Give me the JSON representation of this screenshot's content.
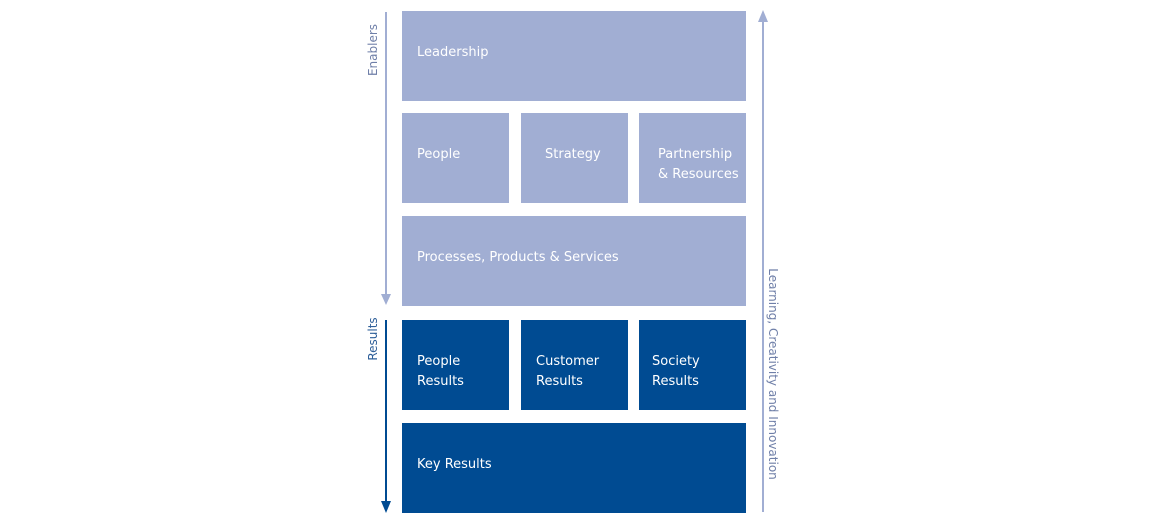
{
  "colors": {
    "enabler_fill": "#a1aed3",
    "result_fill": "#004b92",
    "enabler_arrow": "#a1aed3",
    "result_arrow": "#004b92"
  },
  "labels": {
    "enablers": "Enablers",
    "results": "Results",
    "learning": "Learning, Creativity and Innovation"
  },
  "enablers": {
    "leadership": "Leadership",
    "people": "People",
    "strategy": "Strategy",
    "partnership": "Partnership\n& Resources",
    "processes": "Processes, Products & Services"
  },
  "results": {
    "people_results": "People\nResults",
    "customer_results": "Customer\nResults",
    "society_results": "Society\nResults",
    "key_results": "Key Results"
  }
}
